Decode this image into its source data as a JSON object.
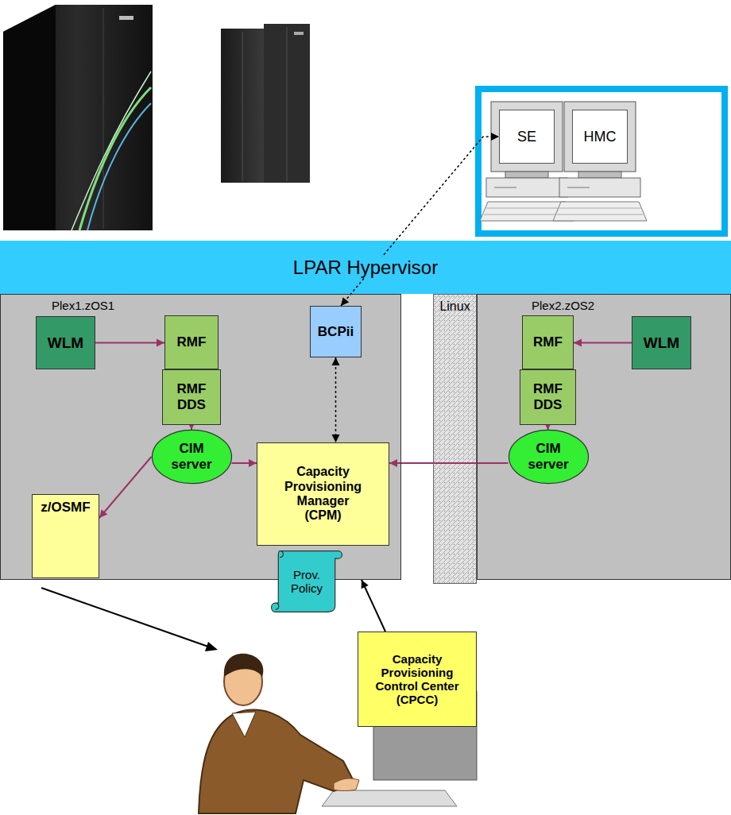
{
  "diagram": {
    "nodes": [
      {
        "text": [
          "SE"
        ]
      },
      {
        "text": [
          "HMC"
        ]
      },
      {
        "text": [
          "LPAR Hypervisor"
        ]
      },
      {
        "text": [
          "Plex1.zOS1"
        ]
      },
      {
        "text": [
          "WLM"
        ],
        "in": 3
      },
      {
        "text": [
          "RMF"
        ],
        "in": 3
      },
      {
        "text": [
          "RMF DDS"
        ],
        "in": 3
      },
      {
        "text": [
          "BCPii"
        ],
        "in": 3
      },
      {
        "text": [
          "CIM server"
        ],
        "in": 3
      },
      {
        "text": [
          "Capacity Provisioning Manager (CPM)"
        ],
        "in": 3
      },
      {
        "text": [
          "z/OSMF"
        ],
        "in": 3
      },
      {
        "text": [
          "Prov. Policy"
        ]
      },
      {
        "text": [
          "Linux"
        ]
      },
      {
        "text": [
          "Plex2.zOS2"
        ]
      },
      {
        "text": [
          "RMF"
        ],
        "in": 13
      },
      {
        "text": [
          "WLM"
        ],
        "in": 13
      },
      {
        "text": [
          "RMF DDS"
        ],
        "in": 13
      },
      {
        "text": [
          "CIM server"
        ],
        "in": 13
      },
      {
        "text": [
          "Capacity Provisioning Control Center (CPCC)"
        ]
      }
    ],
    "edges": [
      {
        "from": 4,
        "to": 5,
        "arrow": "to"
      },
      {
        "from": 6,
        "to": 8,
        "arrow": "to"
      },
      {
        "from": 8,
        "to": 9,
        "arrow": "to"
      },
      {
        "from": 8,
        "to": 10,
        "arrow": "to"
      },
      {
        "from": 7,
        "to": 9,
        "arrow": "both"
      },
      {
        "from": 7,
        "to": 0,
        "arrow": "both"
      },
      {
        "from": 15,
        "to": 14,
        "arrow": "to"
      },
      {
        "from": 16,
        "to": 17,
        "arrow": "to"
      },
      {
        "from": 17,
        "to": 9,
        "arrow": "to"
      },
      {
        "from": 18,
        "to": 3,
        "arrow": "to"
      }
    ]
  }
}
